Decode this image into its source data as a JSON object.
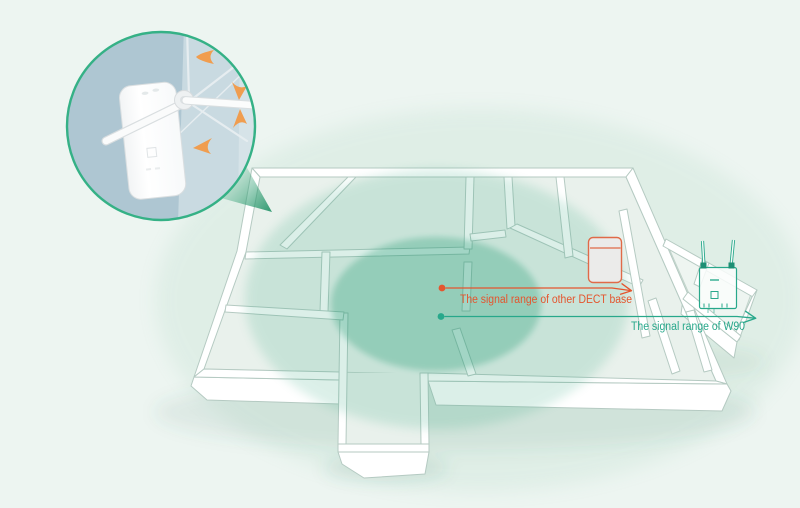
{
  "figure": {
    "description": "W90 DECT repeater coverage floor-plan diagram",
    "palette": {
      "background": "#edf5f1",
      "range_fill_inner": "#0f9368",
      "range_fill_middle": "#2fa57d",
      "range_fill_outer": "#7fbf9f",
      "wall_stroke": "#b5cac2",
      "inset_ring": "#35b186",
      "rotation_arrow_orange": "#f09d4f"
    },
    "annotations": {
      "dect": {
        "label": "The signal range of other DECT base",
        "color": "#e4552e"
      },
      "w90": {
        "label": "The signal range of W90",
        "color": "#28a88b"
      }
    },
    "icons": {
      "inset": "wall-mounted-repeater-antenna-rotation",
      "dect_base": "dect-base-icon",
      "w90": "w90-repeater-icon"
    }
  }
}
